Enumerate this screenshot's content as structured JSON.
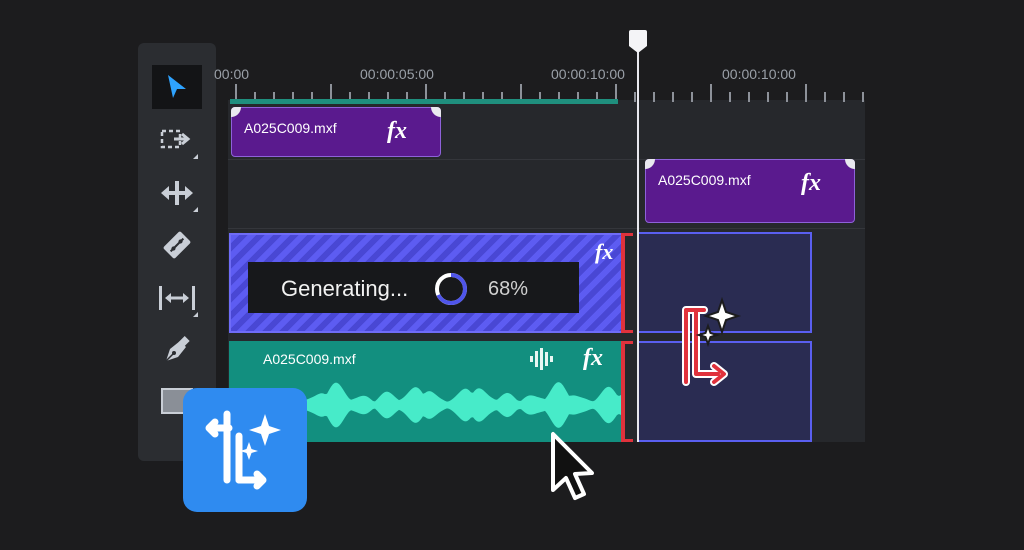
{
  "ruler": {
    "labels": [
      "00:00",
      "00:00:05:00",
      "00:00:10:00",
      "00:00:10:00"
    ]
  },
  "tracks": {
    "video_clip_1": {
      "name": "A025C009.mxf",
      "fx": "fx"
    },
    "video_clip_2": {
      "name": "A025C009.mxf",
      "fx": "fx"
    },
    "generating_clip": {
      "status": "Generating...",
      "progress_text": "68%",
      "progress": 0.68,
      "fx": "fx"
    },
    "audio_clip": {
      "name": "A025C009.mxf",
      "fx": "fx",
      "icon": "audio-waveform-icon"
    }
  },
  "toolbar": {
    "tools": [
      "selection-tool-icon",
      "track-select-tool-icon",
      "ripple-edit-tool-icon",
      "razor-tool-icon",
      "slip-tool-icon",
      "pen-tool-icon",
      "rectangle-tool-icon"
    ]
  },
  "overlay": {
    "app_icon": "generative-extend-icon",
    "cursor": "mouse-pointer-icon"
  },
  "colors": {
    "accent": "#2f8bf0",
    "clip_purple": "#5a1a8e",
    "audio_teal": "#128f7f",
    "generate_blue": "#5d5cf2",
    "edit_red": "#e0323c"
  }
}
